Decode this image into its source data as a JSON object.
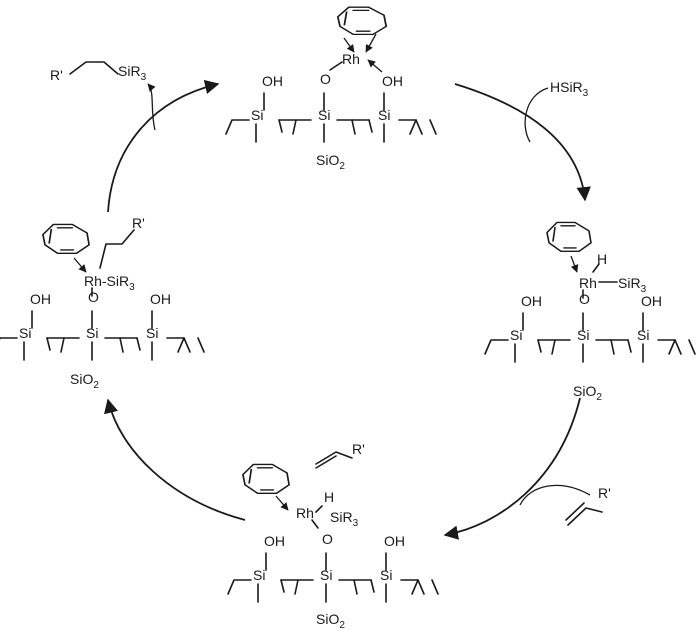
{
  "labels": {
    "rh": "Rh",
    "si": "Si",
    "o": "O",
    "oh": "OH",
    "h": "H",
    "sio2_main": "SiO",
    "sio2_sub": "2",
    "sir3_main": "SiR",
    "sir3_sub": "3",
    "hsir3_main": "HSiR",
    "r_prime": "R'",
    "rh_sir3": "Rh-SiR",
    "product_prefix": "R'"
  },
  "colors": {
    "ink": "#1a1a1a",
    "background": "#ffffff"
  }
}
